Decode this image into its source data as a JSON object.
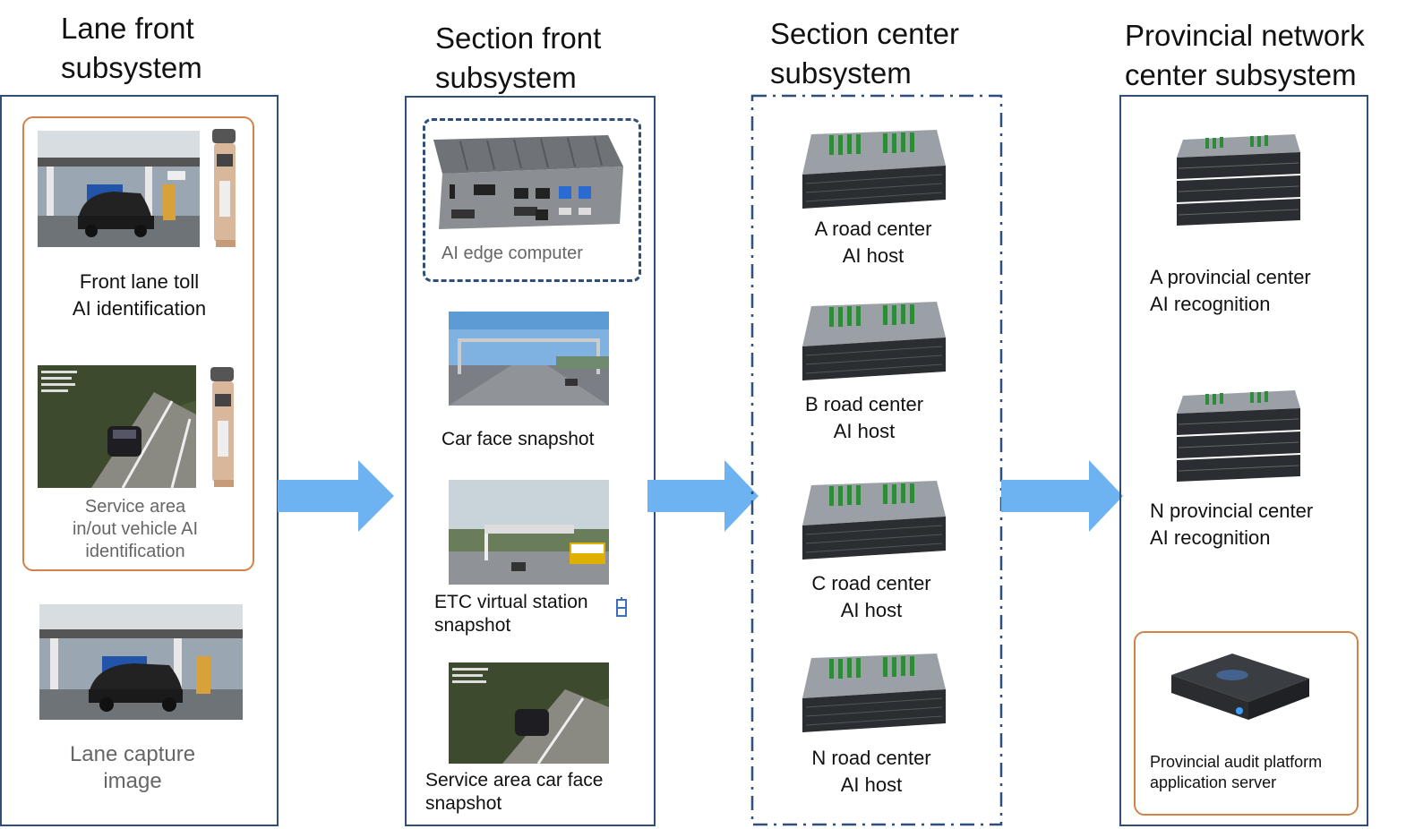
{
  "columns": {
    "lane": {
      "title_line1": "Lane front",
      "title_line2": "subsystem",
      "item1_line1": "Front lane toll",
      "item1_line2": "AI identification",
      "item2_line1": "Service area",
      "item2_line2": "in/out vehicle AI",
      "item2_line3": "identification",
      "item3_line1": "Lane capture",
      "item3_line2": "image"
    },
    "section_front": {
      "title_line1": "Section front",
      "title_line2": "subsystem",
      "edge_label": "AI edge computer",
      "item1": "Car face snapshot",
      "item2_line1": "ETC virtual station",
      "item2_line2": "snapshot",
      "item3_line1": "Service area car face",
      "item3_line2": "snapshot"
    },
    "section_center": {
      "title_line1": "Section center",
      "title_line2": "subsystem",
      "hosts": [
        {
          "line1": "A road center",
          "line2": "AI host"
        },
        {
          "line1": "B road center",
          "line2": "AI host"
        },
        {
          "line1": "C road center",
          "line2": "AI host"
        },
        {
          "line1": "N road center",
          "line2": "AI host"
        }
      ]
    },
    "provincial": {
      "title_line1": "Provincial network",
      "title_line2": "center subsystem",
      "item1_line1": "A provincial center",
      "item1_line2": "AI recognition",
      "item2_line1": "N provincial center",
      "item2_line2": "AI recognition",
      "server_line1": "Provincial audit platform",
      "server_line2": "application server"
    }
  },
  "colors": {
    "panel_border": "#2f4f7a",
    "highlight_border": "#d4824a",
    "arrow": "#6db3f2"
  }
}
